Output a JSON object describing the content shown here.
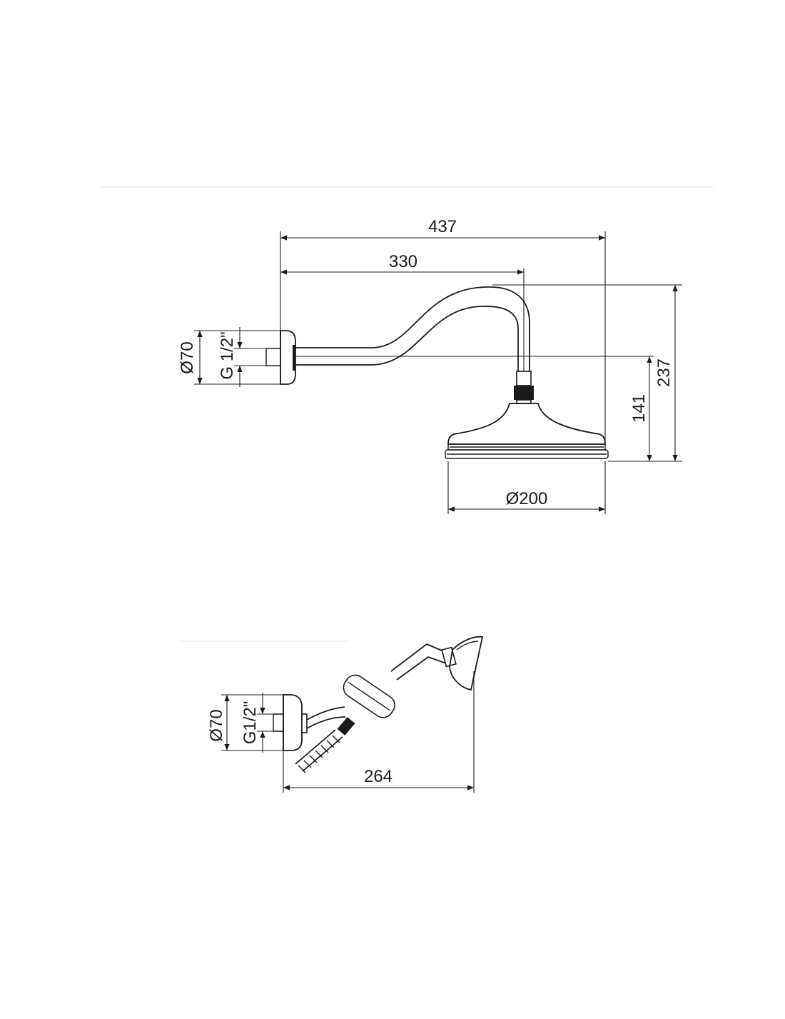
{
  "top_drawing": {
    "dim_overall_length": "437",
    "dim_arm_length": "330",
    "dim_total_height": "237",
    "dim_head_height": "141",
    "dim_head_diameter": "Ø200",
    "dim_flange_diameter": "Ø70",
    "dim_thread": "G 1/2\""
  },
  "bottom_drawing": {
    "dim_length": "264",
    "dim_flange_diameter": "Ø70",
    "dim_thread": "G1/2\""
  }
}
